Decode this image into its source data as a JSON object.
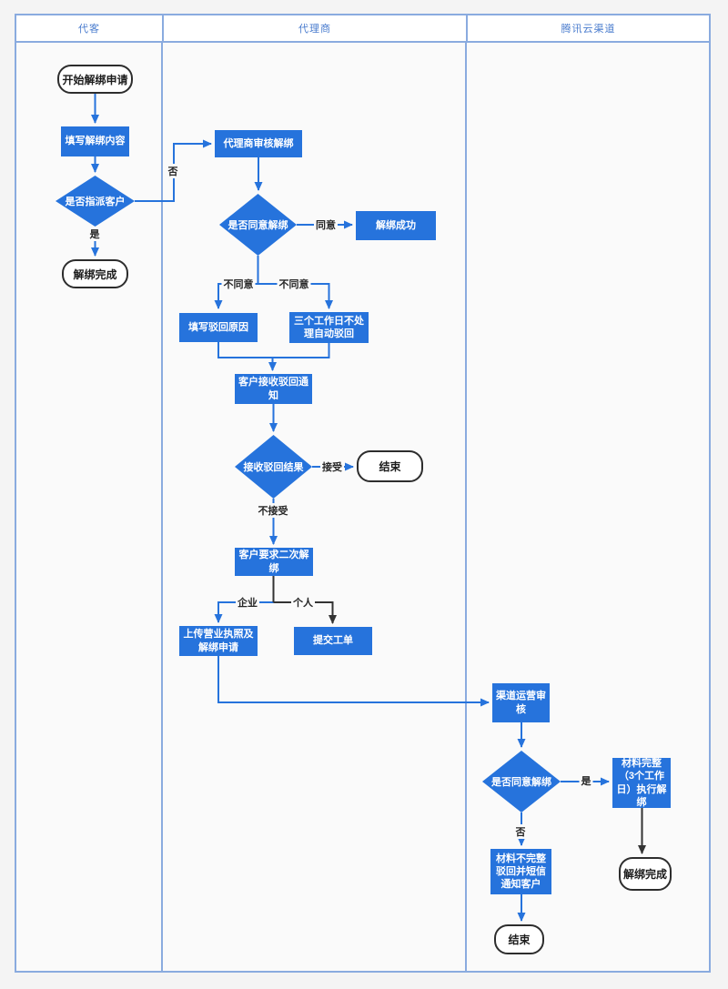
{
  "lanes": [
    {
      "title": "代客"
    },
    {
      "title": "代理商"
    },
    {
      "title": "腾讯云渠道"
    }
  ],
  "nodes": {
    "start": {
      "label": "开始解绑申请"
    },
    "fill_content": {
      "label": "填写解绑内容"
    },
    "assign_decision": {
      "label": "是否指派客户"
    },
    "unbind_done_1": {
      "label": "解绑完成"
    },
    "agent_review": {
      "label": "代理商审核解绑"
    },
    "agree_decision": {
      "label": "是否同意解绑"
    },
    "unbind_success": {
      "label": "解绑成功"
    },
    "fill_reject_reason": {
      "label": "填写驳回原因"
    },
    "auto_reject": {
      "label": "三个工作日不处理自动驳回"
    },
    "receive_reject_notice": {
      "label": "客户接收驳回通知"
    },
    "reject_result_decision": {
      "label": "接收驳回结果"
    },
    "end_1": {
      "label": "结束"
    },
    "second_unbind_request": {
      "label": "客户要求二次解绑"
    },
    "upload_license": {
      "label": "上传营业执照及解绑申请"
    },
    "submit_ticket": {
      "label": "提交工单"
    },
    "channel_review": {
      "label": "渠道运营审核"
    },
    "channel_agree_decision": {
      "label": "是否同意解绑"
    },
    "material_complete": {
      "label": "材料完整（3个工作日）执行解绑"
    },
    "material_incomplete": {
      "label": "材料不完整驳回并短信通知客户"
    },
    "end_2": {
      "label": "结束"
    },
    "unbind_done_2": {
      "label": "解绑完成"
    }
  },
  "edge_labels": {
    "no_assign": "否",
    "yes_assign": "是",
    "agree": "同意",
    "disagree_left": "不同意",
    "disagree_right": "不同意",
    "accept": "接受",
    "not_accept": "不接受",
    "enterprise": "企业",
    "personal": "个人",
    "yes_channel": "是",
    "no_channel": "否"
  },
  "colors": {
    "node_fill": "#2673DC",
    "connector_blue": "#2673DC",
    "connector_black": "#333333",
    "lane_title_text": "#4A7CCE",
    "frame_border": "#8AABDF"
  }
}
